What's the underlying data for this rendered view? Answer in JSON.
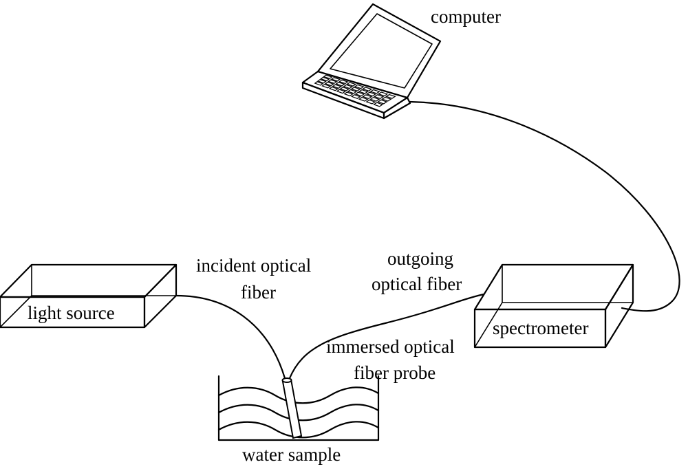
{
  "labels": {
    "computer": "computer",
    "light_source": "light source",
    "spectrometer": "spectrometer",
    "water_sample": "water sample",
    "incident_fiber_line1": "incident optical",
    "incident_fiber_line2": "fiber",
    "outgoing_fiber_line1": "outgoing",
    "outgoing_fiber_line2": "optical fiber",
    "probe_line1": "immersed optical",
    "probe_line2": "fiber probe"
  }
}
